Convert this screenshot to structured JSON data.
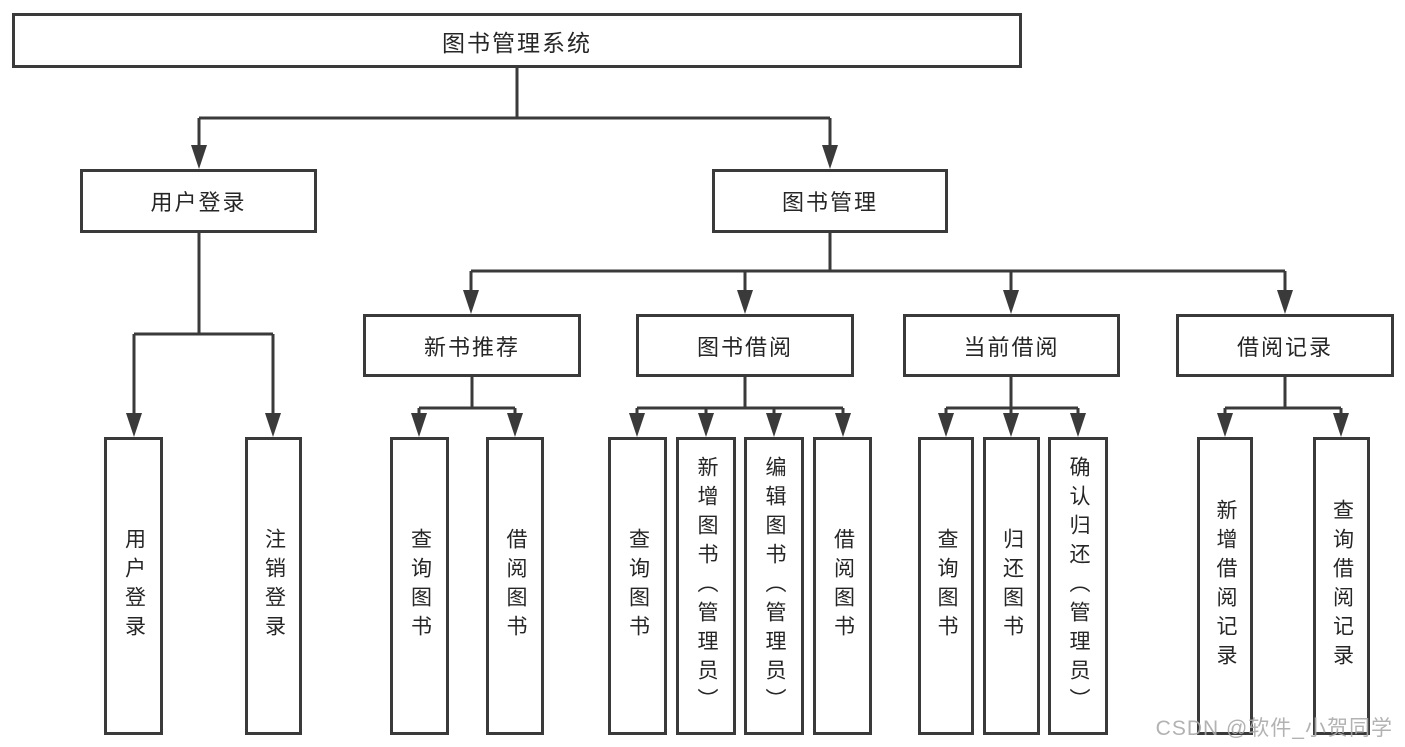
{
  "title": "图书管理系统",
  "watermark": "CSDN @软件_小贺同学",
  "colors": {
    "background": "#ffffff",
    "box_border": "#3a3a3a",
    "connector_line": "#3a3a3a",
    "text": "#262626",
    "watermark_text": "#aaaaaa"
  },
  "nodes": {
    "root": "图书管理系统",
    "user_login": "用户登录",
    "book_mgmt": "图书管理",
    "new_book_rec": "新书推荐",
    "book_borrow": "图书借阅",
    "current_borrow": "当前借阅",
    "borrow_records": "借阅记录",
    "user_login_leaf": "用户登录",
    "logout_leaf": "注销登录",
    "nbr_query_books": "查询图书",
    "nbr_borrow_books": "借阅图书",
    "bb_query_books": "查询图书",
    "bb_add_books": "新增图书（管理员）",
    "bb_edit_books": "编辑图书（管理员）",
    "bb_borrow_books": "借阅图书",
    "cb_query_books": "查询图书",
    "cb_return_books": "归还图书",
    "cb_confirm_return": "确认归还（管理员）",
    "br_add_record": "新增借阅记录",
    "br_query_record": "查询借阅记录"
  },
  "hierarchy": {
    "图书管理系统": {
      "用户登录": [
        "用户登录",
        "注销登录"
      ],
      "图书管理": {
        "新书推荐": [
          "查询图书",
          "借阅图书"
        ],
        "图书借阅": [
          "查询图书",
          "新增图书（管理员）",
          "编辑图书（管理员）",
          "借阅图书"
        ],
        "当前借阅": [
          "查询图书",
          "归还图书",
          "确认归还（管理员）"
        ],
        "借阅记录": [
          "新增借阅记录",
          "查询借阅记录"
        ]
      }
    }
  }
}
